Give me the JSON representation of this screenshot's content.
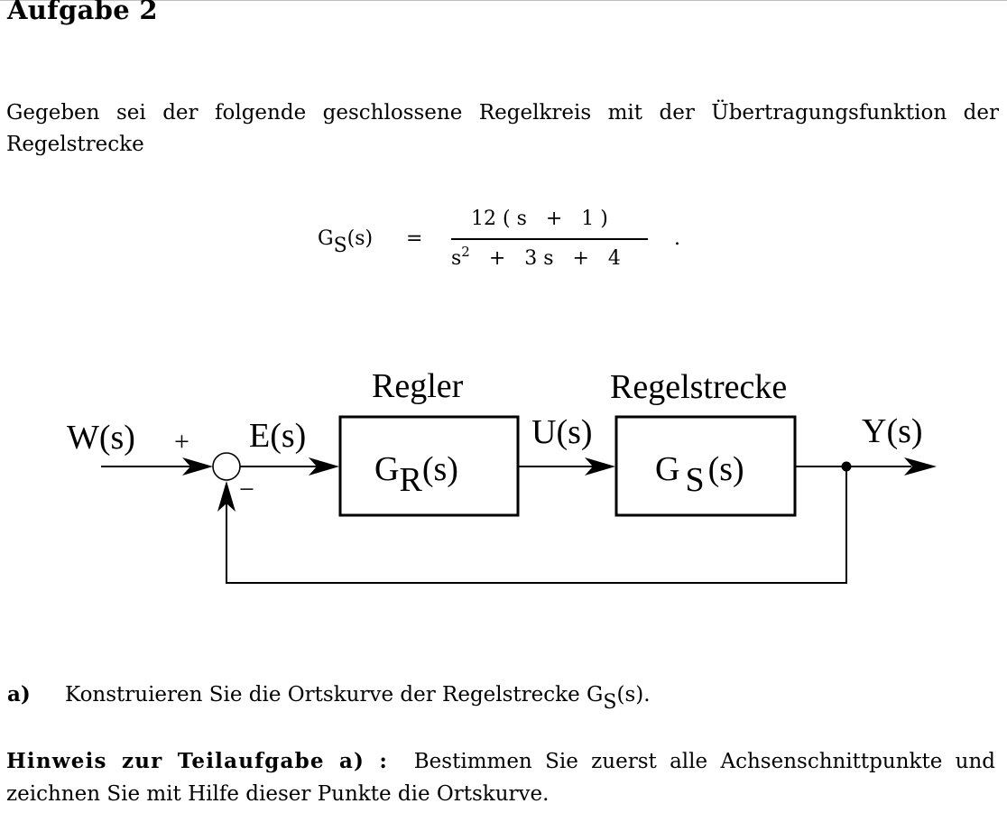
{
  "title": "Aufgabe 2",
  "intro": "Gegeben sei der folgende geschlossene Regelkreis mit der Übertragungsfunktion der Regelstrecke",
  "formula": {
    "lhs_G": "G",
    "lhs_sub": "S",
    "lhs_arg": "(s)",
    "equals": "=",
    "numerator": "12 ( s   +   1 )",
    "den_s": "s",
    "den_exp": "2",
    "den_rest": "   +   3 s   +   4",
    "trailing": "."
  },
  "diagram": {
    "input_label": "W(s)",
    "plus_sign": "+",
    "minus_sign": "−",
    "error_label": "E(s)",
    "controller_title": "Regler",
    "controller_G": "G",
    "controller_sub": "R",
    "controller_arg": "(s)",
    "control_signal_label": "U(s)",
    "plant_title": "Regelstrecke",
    "plant_G": "G",
    "plant_sub": "S",
    "plant_arg": "(s)",
    "output_label": "Y(s)"
  },
  "part_a": {
    "label": "a)",
    "text": "Konstruieren Sie die Ortskurve der Regelstrecke G",
    "sub": "S",
    "after": "(s)."
  },
  "hint": {
    "label": "Hinweis zur Teilaufgabe a) :",
    "text": "Bestimmen Sie zuerst alle Achsenschnittpunkte und zeichnen Sie mit Hilfe dieser Punkte die Ortskurve."
  }
}
